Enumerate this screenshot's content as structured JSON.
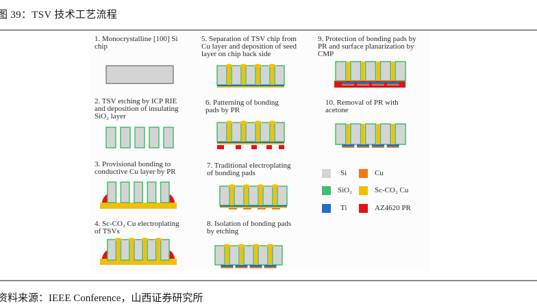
{
  "figure": {
    "title": "图 39：TSV 技术工艺流程",
    "source": "资料来源：IEEE Conference，山西证券研究所"
  },
  "colors": {
    "si": "#d4d4d4",
    "sio2": "#3fbf6a",
    "ti": "#1f6fc4",
    "cu": "#ee7a1c",
    "sc_co2_cu": "#f3be0a",
    "pr": "#e3111a"
  },
  "steps": [
    {
      "number": "1",
      "lines": [
        "1. Monocrystalline [100] Si",
        "chip"
      ]
    },
    {
      "number": "2",
      "lines": [
        "2. TSV etching by ICP RIE",
        "and deposition of insulating",
        "SiO₂ layer"
      ]
    },
    {
      "number": "3",
      "lines": [
        "3. Provisional bonding to",
        "conductive Cu layer by PR"
      ]
    },
    {
      "number": "4",
      "lines": [
        "4. Sc-CO₂ Cu electroplating",
        "of TSVs"
      ]
    },
    {
      "number": "5",
      "lines": [
        "5. Separation of TSV chip from",
        "Cu layer and deposition of seed",
        "layer on chip back side"
      ]
    },
    {
      "number": "6",
      "lines": [
        "6. Patterning of bonding",
        "pads by PR"
      ]
    },
    {
      "number": "7",
      "lines": [
        "7. Traditional electroplating",
        "of bonding pads"
      ]
    },
    {
      "number": "8",
      "lines": [
        "8. Isolation of bonding pads",
        "by etching"
      ]
    },
    {
      "number": "9",
      "lines": [
        "9. Protection of bonding pads by",
        "PR and surface planarization by",
        "CMP"
      ]
    },
    {
      "number": "10",
      "lines": [
        "10. Removal of PR with",
        "acetone"
      ]
    }
  ],
  "legend": [
    {
      "label": "Si",
      "color_key": "si"
    },
    {
      "label": "Cu",
      "color_key": "cu"
    },
    {
      "label": "SiO₂",
      "color_key": "sio2"
    },
    {
      "label": "Sc-CO₂ Cu",
      "color_key": "sc_co2_cu"
    },
    {
      "label": "Ti",
      "color_key": "ti"
    },
    {
      "label": "AZ4620 PR",
      "color_key": "pr"
    }
  ]
}
